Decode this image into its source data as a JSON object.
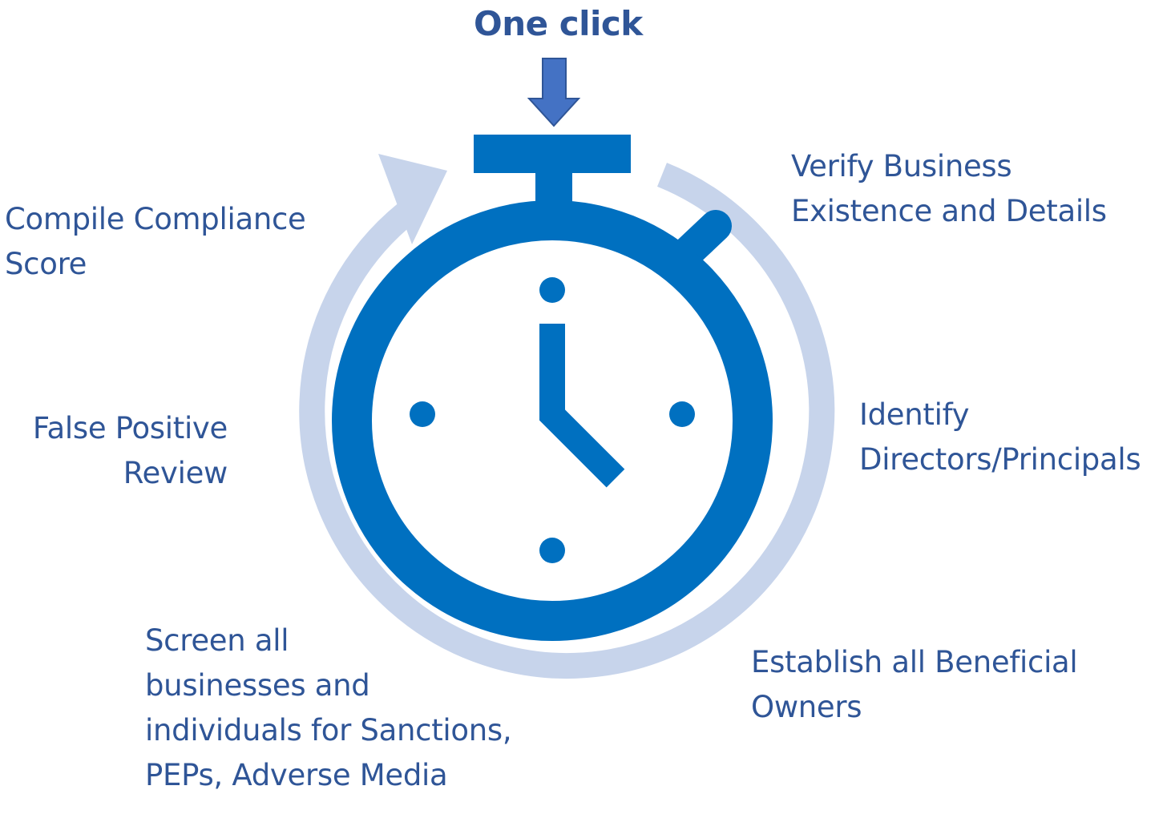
{
  "title": "One click",
  "colors": {
    "accent": "#0070C0",
    "ring": "#C7D4EB",
    "arrow": "#4472C4",
    "arrow_outline": "#2F5597",
    "text": "#2F5597",
    "face": "#FFFFFF"
  },
  "icons": {
    "clock": "stopwatch-icon",
    "click_arrow": "arrow-down-icon",
    "cycle": "circular-arrow-icon"
  },
  "steps": [
    {
      "id": "verify",
      "lines": [
        "Verify Business",
        "Existence and Details"
      ]
    },
    {
      "id": "identify",
      "lines": [
        "Identify",
        "Directors/Principals"
      ]
    },
    {
      "id": "establish",
      "lines": [
        "Establish all Beneficial",
        "Owners"
      ]
    },
    {
      "id": "screen",
      "lines": [
        "Screen all",
        "businesses and",
        "individuals for Sanctions,",
        "PEPs, Adverse Media"
      ]
    },
    {
      "id": "false_positive",
      "lines": [
        "False Positive",
        "Review"
      ]
    },
    {
      "id": "compile",
      "lines": [
        "Compile Compliance",
        "Score"
      ]
    }
  ]
}
